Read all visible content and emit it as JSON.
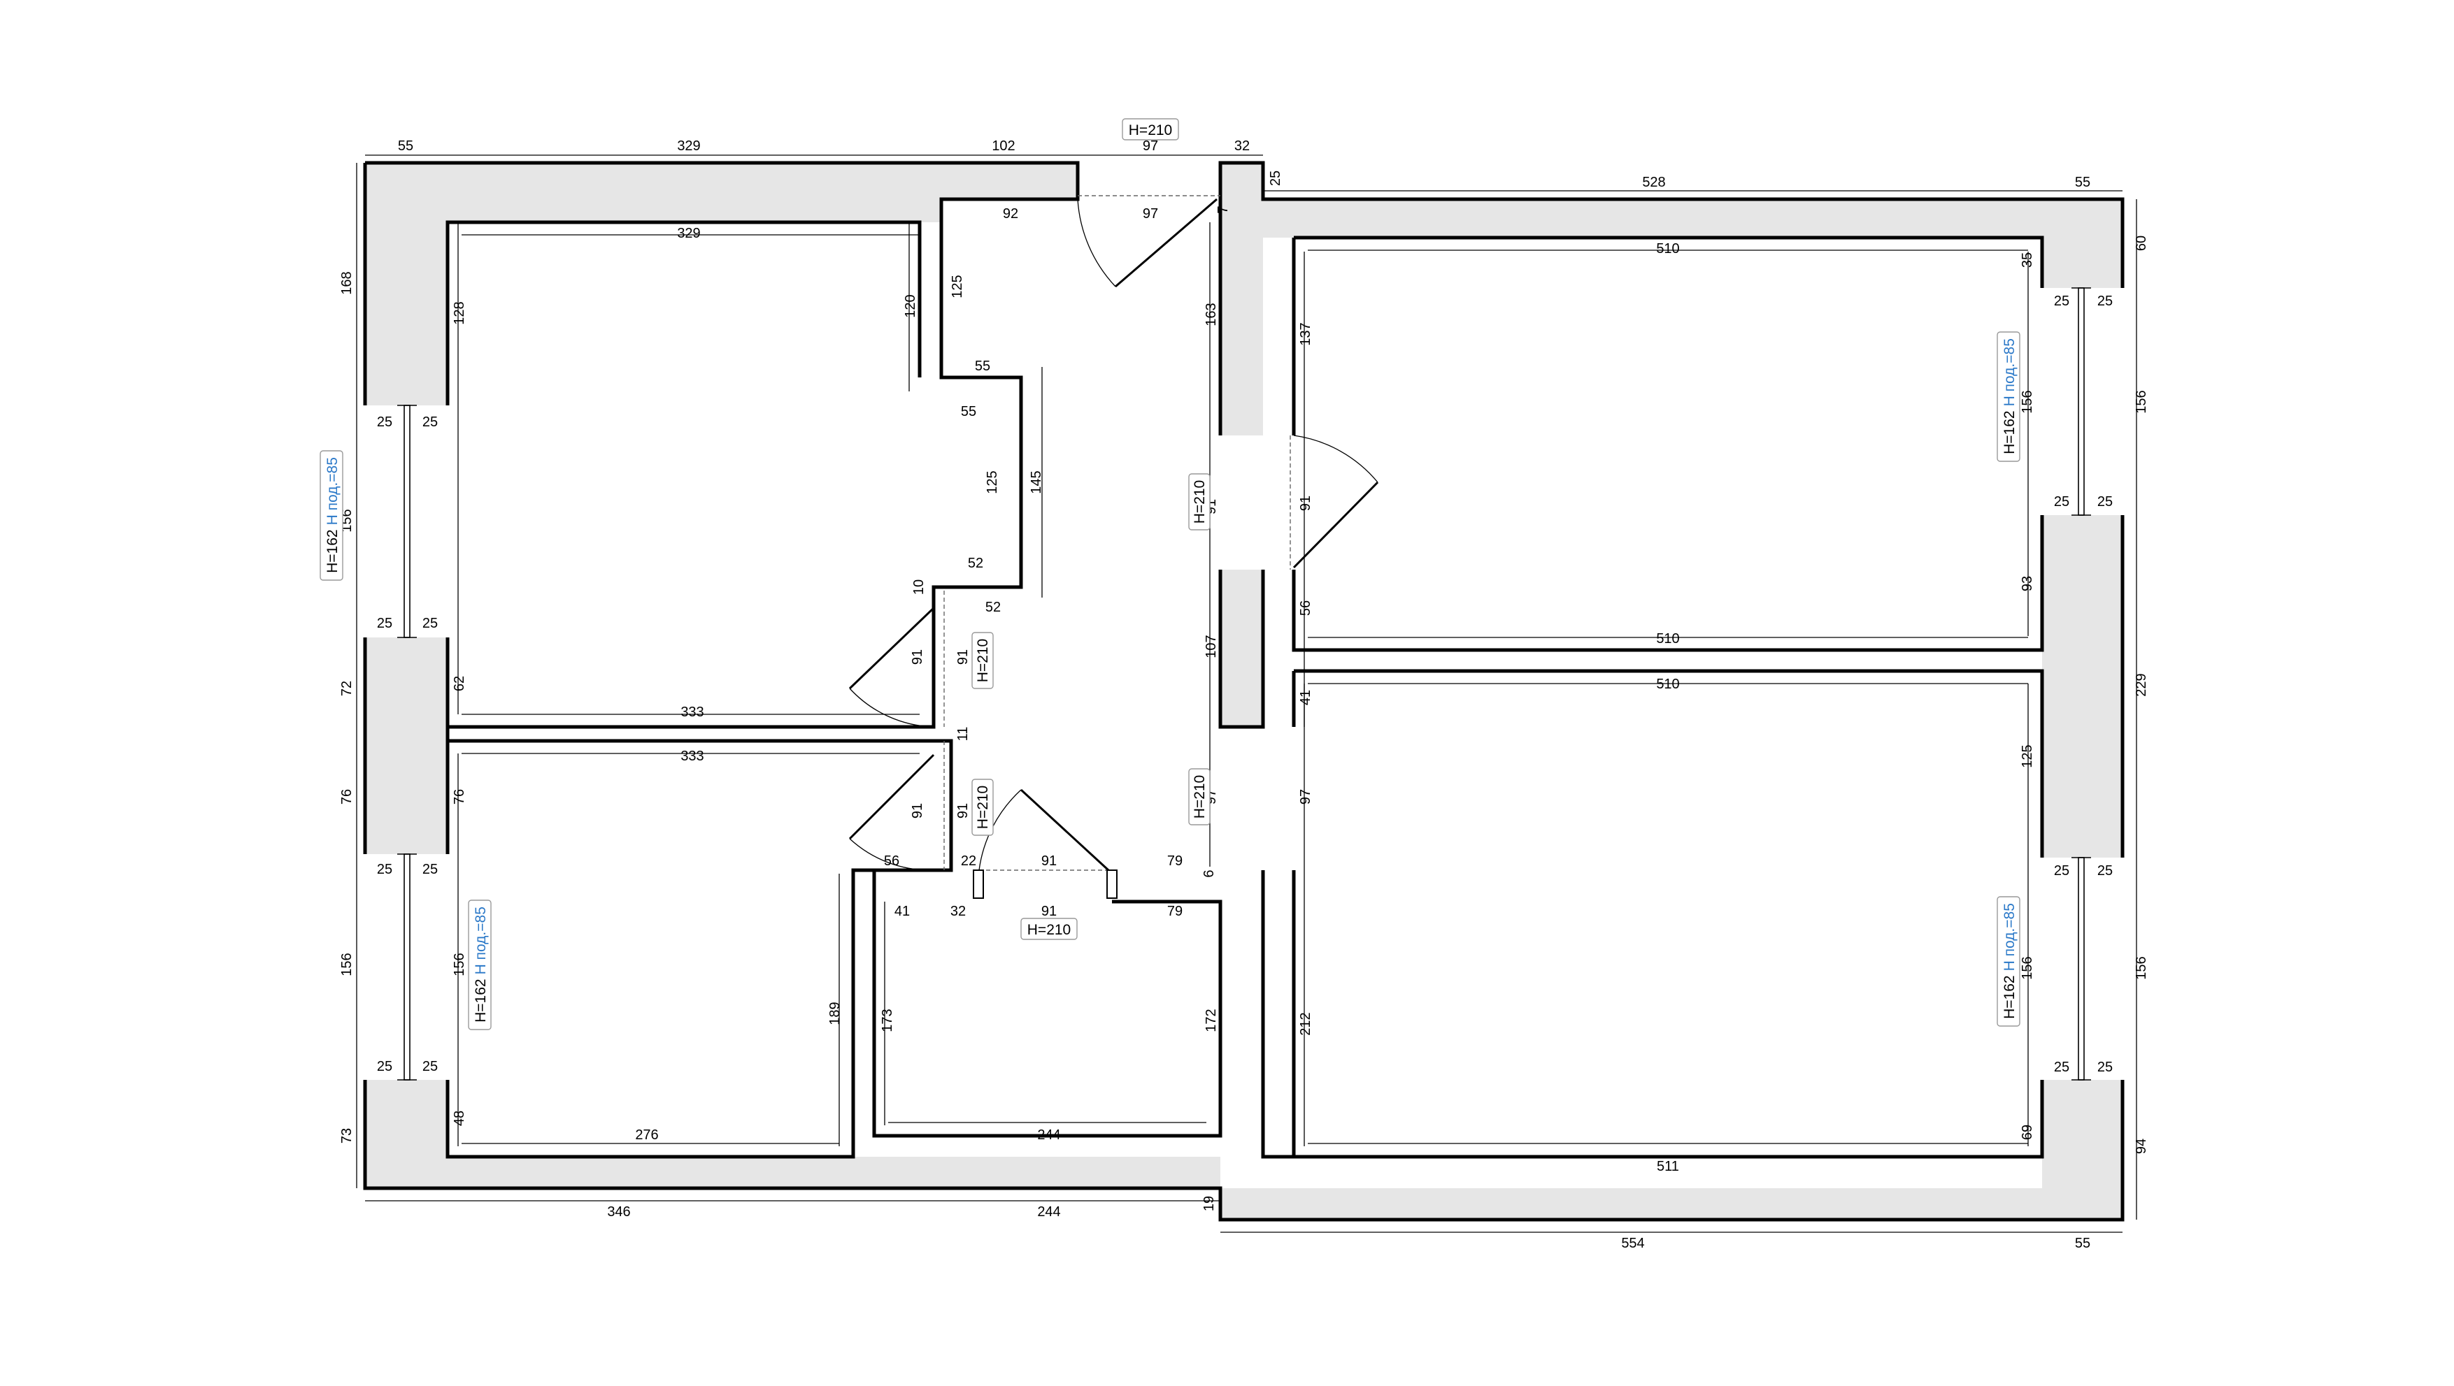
{
  "labels": {
    "door_height": "H=210",
    "window_height": "H=162",
    "sill_height": "H под.=85"
  },
  "dimensions": {
    "top": [
      "55",
      "329",
      "102",
      "97",
      "32",
      "25",
      "528",
      "55"
    ],
    "bottom": [
      "346",
      "244",
      "19",
      "554",
      "55"
    ],
    "left": [
      "168",
      "156",
      "72",
      "76",
      "156",
      "73"
    ],
    "right": [
      "60",
      "156",
      "229",
      "156",
      "94"
    ],
    "inner": [
      "329",
      "128",
      "120",
      "125",
      "55",
      "55",
      "125",
      "145",
      "52",
      "52",
      "10",
      "91",
      "91",
      "11",
      "62",
      "333",
      "333",
      "76",
      "91",
      "91",
      "56",
      "22",
      "91",
      "79",
      "41",
      "32",
      "91",
      "79",
      "6",
      "156",
      "48",
      "276",
      "189",
      "173",
      "244",
      "172",
      "92",
      "97",
      "7",
      "163",
      "91",
      "107",
      "97",
      "137",
      "91",
      "56",
      "510",
      "35",
      "156",
      "93",
      "510",
      "510",
      "41",
      "97",
      "212",
      "125",
      "156",
      "69",
      "511",
      "25"
    ]
  }
}
